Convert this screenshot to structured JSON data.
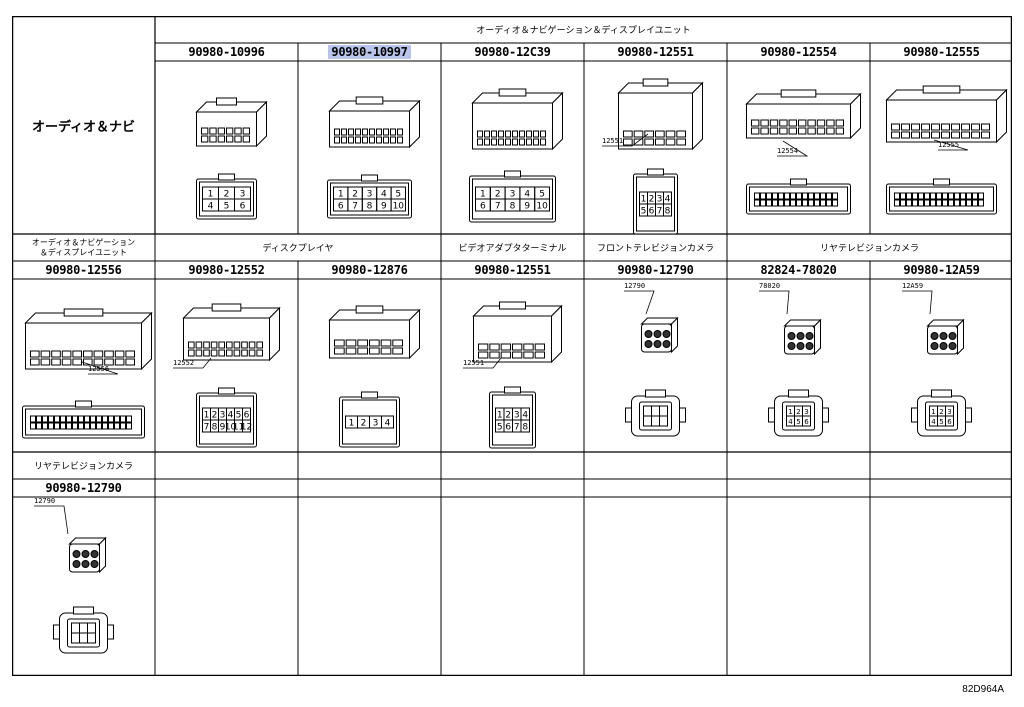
{
  "sections": {
    "av_navi_label": "オーディオ＆ナビ",
    "row1_group": "オーディオ＆ナビゲーション＆ディスプレイユニット",
    "row2_groups": [
      {
        "label": "オーディオ＆ナビゲーション",
        "label2": "＆ディスプレイユニット"
      },
      {
        "label": "ディスクプレイヤ"
      },
      {
        "label": "ビデオアダプタターミナル"
      },
      {
        "label": "フロントテレビジョンカメラ"
      },
      {
        "label": "リヤテレビジョンカメラ"
      }
    ],
    "row3_group": "リヤテレビジョンカメラ"
  },
  "row1_parts": [
    "90980-10996",
    "90980-10997",
    "90980-12C39",
    "90980-12551",
    "90980-12554",
    "90980-12555"
  ],
  "row2_parts": [
    "90980-12556",
    "90980-12552",
    "90980-12876",
    "90980-12551",
    "90980-12790",
    "82824-78020",
    "90980-12A59"
  ],
  "row3_parts": [
    "90980-12790"
  ],
  "callouts": {
    "r1c4": "12551",
    "r1c5": "12554",
    "r1c6": "12555",
    "r2c1": "12556",
    "r2c2": "12552",
    "r2c4": "12551",
    "r2c5": "12790",
    "r2c6": "78020",
    "r2c7": "12A59",
    "r3c1": "12790"
  },
  "pin_labels": {
    "r1c1": [
      "1",
      "2",
      "3",
      "4",
      "5",
      "6"
    ],
    "r1c2": [
      "1",
      "2",
      "3",
      "4",
      "5",
      "6",
      "7",
      "8",
      "9",
      "10"
    ],
    "r1c3": [
      "1",
      "2",
      "3",
      "4",
      "5",
      "6",
      "7",
      "8",
      "9",
      "10"
    ],
    "r1c4": [
      "1",
      "2",
      "3",
      "4",
      "5",
      "6",
      "7",
      "8"
    ],
    "r2c2": [
      "1",
      "2",
      "3",
      "4",
      "5",
      "6",
      "7",
      "8",
      "9",
      "10",
      "11",
      "12"
    ],
    "r2c3": [
      "1",
      "2",
      "3",
      "4"
    ],
    "r2c4": [
      "1",
      "2",
      "3",
      "4",
      "5",
      "6",
      "7",
      "8"
    ],
    "r2c6": [
      "1",
      "2",
      "3",
      "4",
      "5",
      "6"
    ],
    "r2c7": [
      "1",
      "2",
      "3",
      "4",
      "5",
      "6"
    ]
  },
  "highlight_part": "90980-10997",
  "reference_code": "82D964A",
  "colors": {
    "highlight": "#b8c4ec",
    "line": "#000000"
  }
}
